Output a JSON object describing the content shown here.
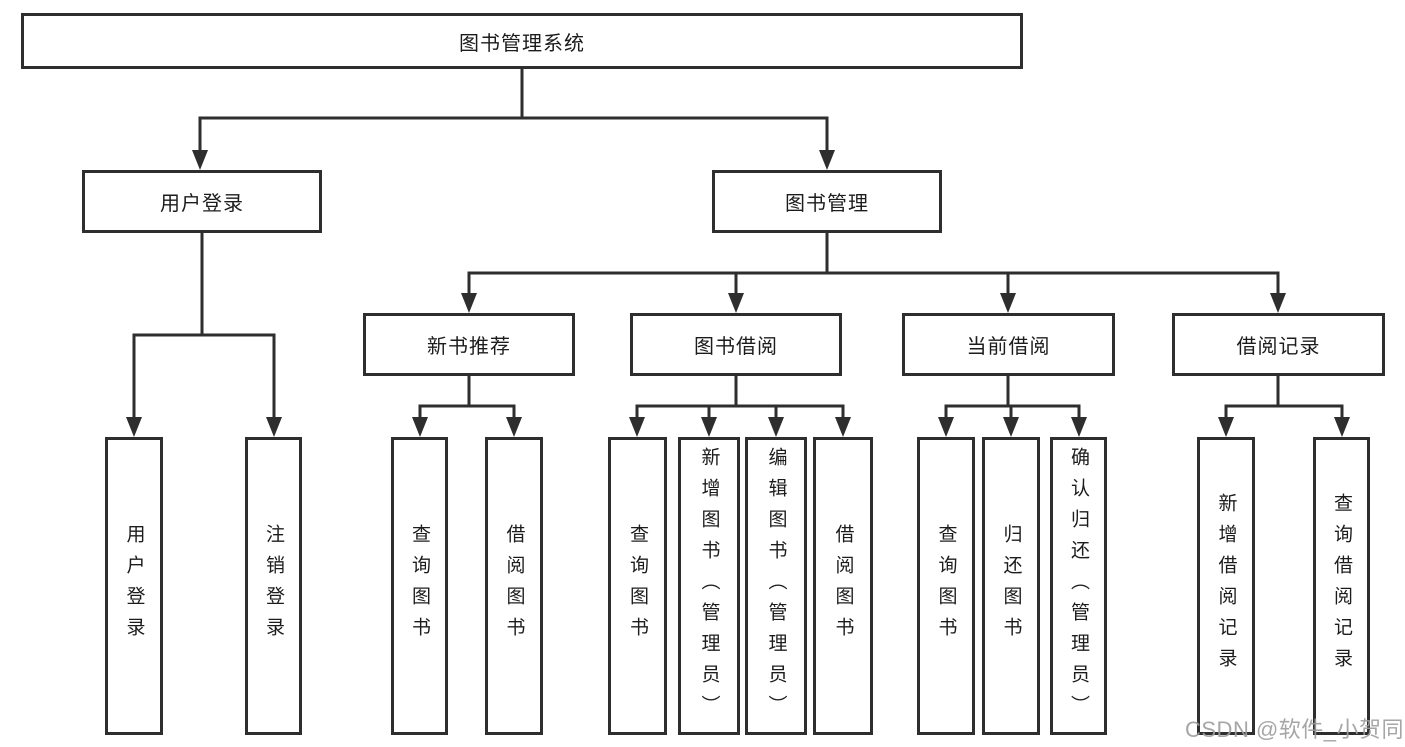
{
  "diagram": {
    "root": {
      "label": "图书管理系统"
    },
    "children": [
      {
        "label": "用户登录",
        "children": [
          {
            "label": "用户登录"
          },
          {
            "label": "注销登录"
          }
        ]
      },
      {
        "label": "图书管理",
        "children": [
          {
            "label": "新书推荐",
            "children": [
              {
                "label": "查询图书"
              },
              {
                "label": "借阅图书"
              }
            ]
          },
          {
            "label": "图书借阅",
            "children": [
              {
                "label": "查询图书"
              },
              {
                "label": "新增图书（管理员）"
              },
              {
                "label": "编辑图书（管理员）"
              },
              {
                "label": "借阅图书"
              }
            ]
          },
          {
            "label": "当前借阅",
            "children": [
              {
                "label": "查询图书"
              },
              {
                "label": "归还图书"
              },
              {
                "label": "确认归还（管理员）"
              }
            ]
          },
          {
            "label": "借阅记录",
            "children": [
              {
                "label": "新增借阅记录"
              },
              {
                "label": "查询借阅记录"
              }
            ]
          }
        ]
      }
    ]
  },
  "watermark": {
    "text": "CSDN @软件_小贺同学"
  },
  "colors": {
    "line": "#2e2e2e",
    "box_border": "#2e2e2e",
    "box_background": "#ffffff",
    "text": "#1c1c1c",
    "watermark": "#9d9d9d",
    "background": "#ffffff"
  }
}
